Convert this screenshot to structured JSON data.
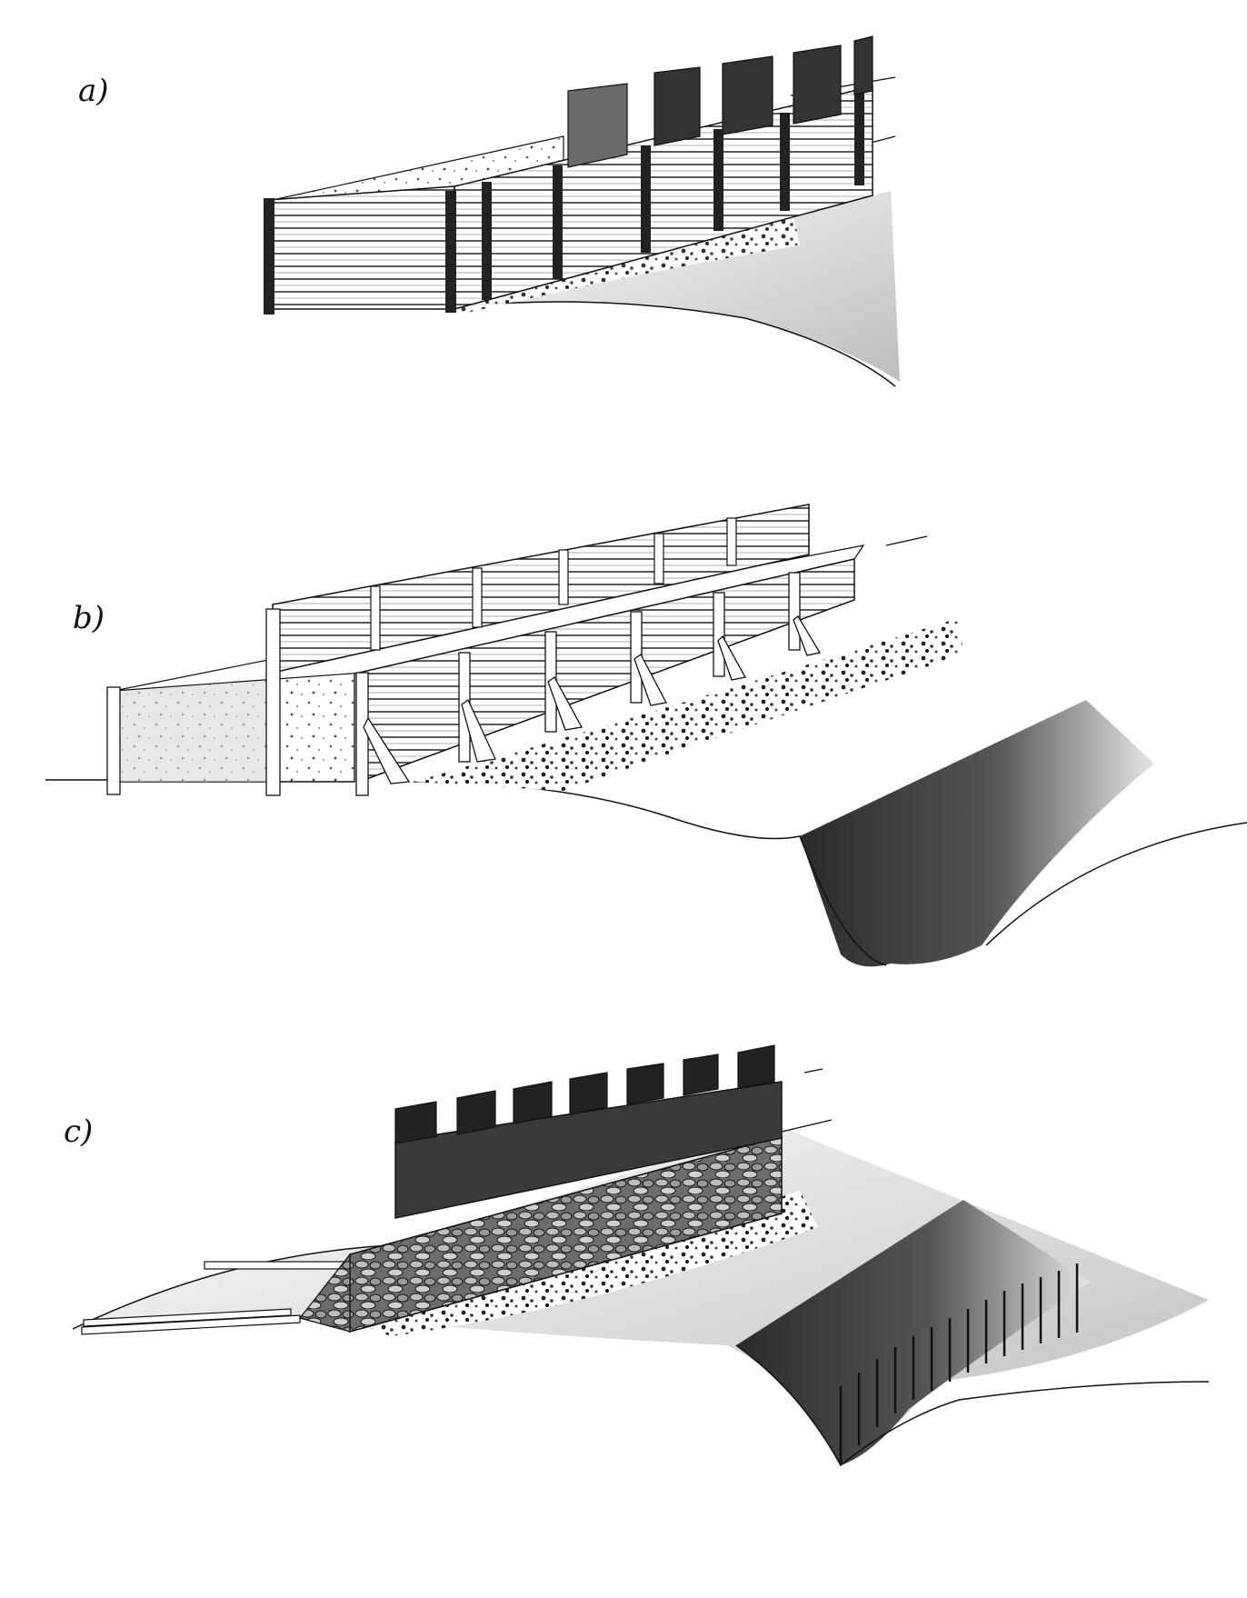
{
  "panels": [
    {
      "label": "a)"
    },
    {
      "label": "b)"
    },
    {
      "label": "c)"
    }
  ],
  "colors": {
    "ink": "#111111",
    "dark_fill": "#2a2a2a",
    "mid_fill": "#8a8a8a",
    "light_fill": "#d9d9d9",
    "paper": "#ffffff"
  }
}
